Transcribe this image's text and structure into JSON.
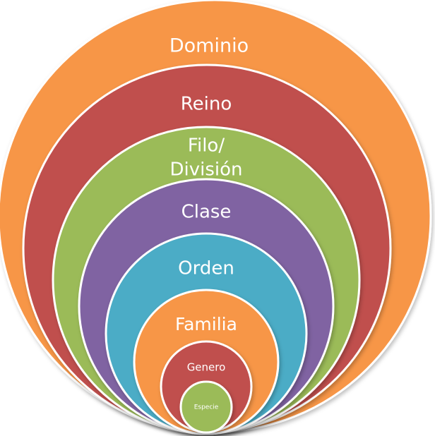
{
  "levels": [
    {
      "label": "Dominio",
      "color": "#F79646"
    },
    {
      "label": "Reino",
      "color": "#C0504D"
    },
    {
      "label_lines": [
        "Filo/",
        "División"
      ],
      "color": "#9BBB59"
    },
    {
      "label": "Clase",
      "color": "#8064A2"
    },
    {
      "label": "Orden",
      "color": "#4BACC6"
    },
    {
      "label": "Familia",
      "color": "#F79646"
    },
    {
      "label": "Genero",
      "color": "#C0504D"
    },
    {
      "label": "Especie",
      "color": "#9BBB59"
    }
  ]
}
